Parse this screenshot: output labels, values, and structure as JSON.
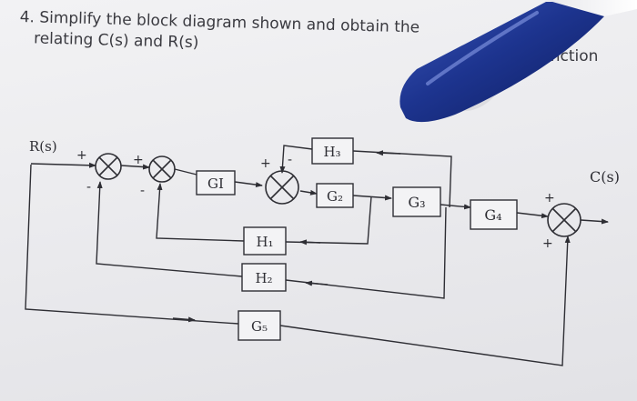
{
  "question": {
    "line1": "4. Simplify the block diagram shown and obtain the",
    "line2": "relating C(s) and R(s)",
    "trailing_word": "function"
  },
  "diagram": {
    "input_label": "R(s)",
    "output_label": "C(s)",
    "blocks": {
      "g1": "GI",
      "g2": "G₂",
      "g3": "G₃",
      "g4": "G₄",
      "g5": "G₅",
      "h1": "H₁",
      "h2": "H₂",
      "h3": "H₃"
    },
    "signs": {
      "s1_top": "+",
      "s1_bottom": "-",
      "s2_top": "+",
      "s2_bottom": "-",
      "s3_top": "+",
      "s3_right": "-",
      "s4_top": "+",
      "s4_bottom": "+"
    }
  }
}
